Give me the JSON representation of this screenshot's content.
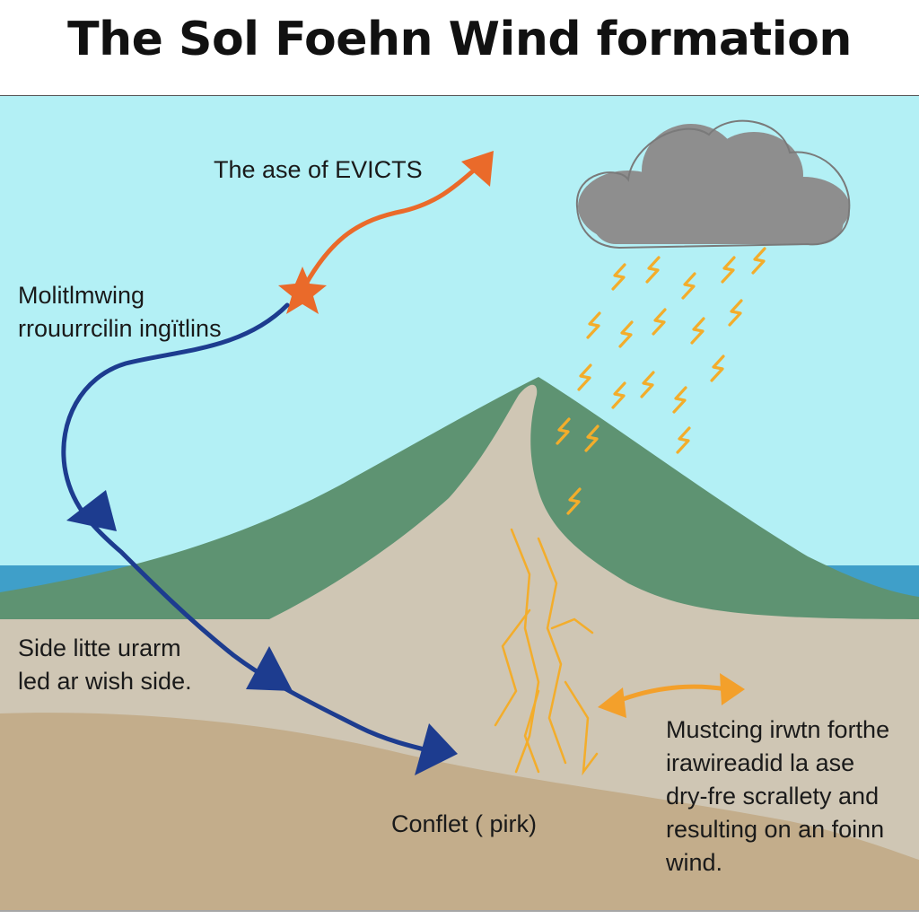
{
  "title": "The Sol Foehn Wind formation",
  "labels": {
    "top": "The ase of EVICTS",
    "left_upper_1": "Molitlmwing",
    "left_upper_2": "rrouurrcilin ingïtlins",
    "left_lower_1": "Side litte urarm",
    "left_lower_2": "led ar wish side.",
    "bottom": "Conflet ( pirk)",
    "right_1": "Mustcing irwtn forthe",
    "right_2": "irawireadid la ase",
    "right_3": "dry-fre scrallety and",
    "right_4": "resulting on an foinn",
    "right_5": "wind."
  },
  "colors": {
    "sky": "#b3f0f5",
    "sea": "#3f9fc9",
    "mountain": "#5e9372",
    "slope": "#cfc6b4",
    "ground": "#c3ad8b",
    "cloud": "#8e8e8e",
    "cold_air_arrow": "#1d3c8f",
    "warm_air_arrow": "#ea6a2a",
    "lightning": "#f3ad2b"
  }
}
